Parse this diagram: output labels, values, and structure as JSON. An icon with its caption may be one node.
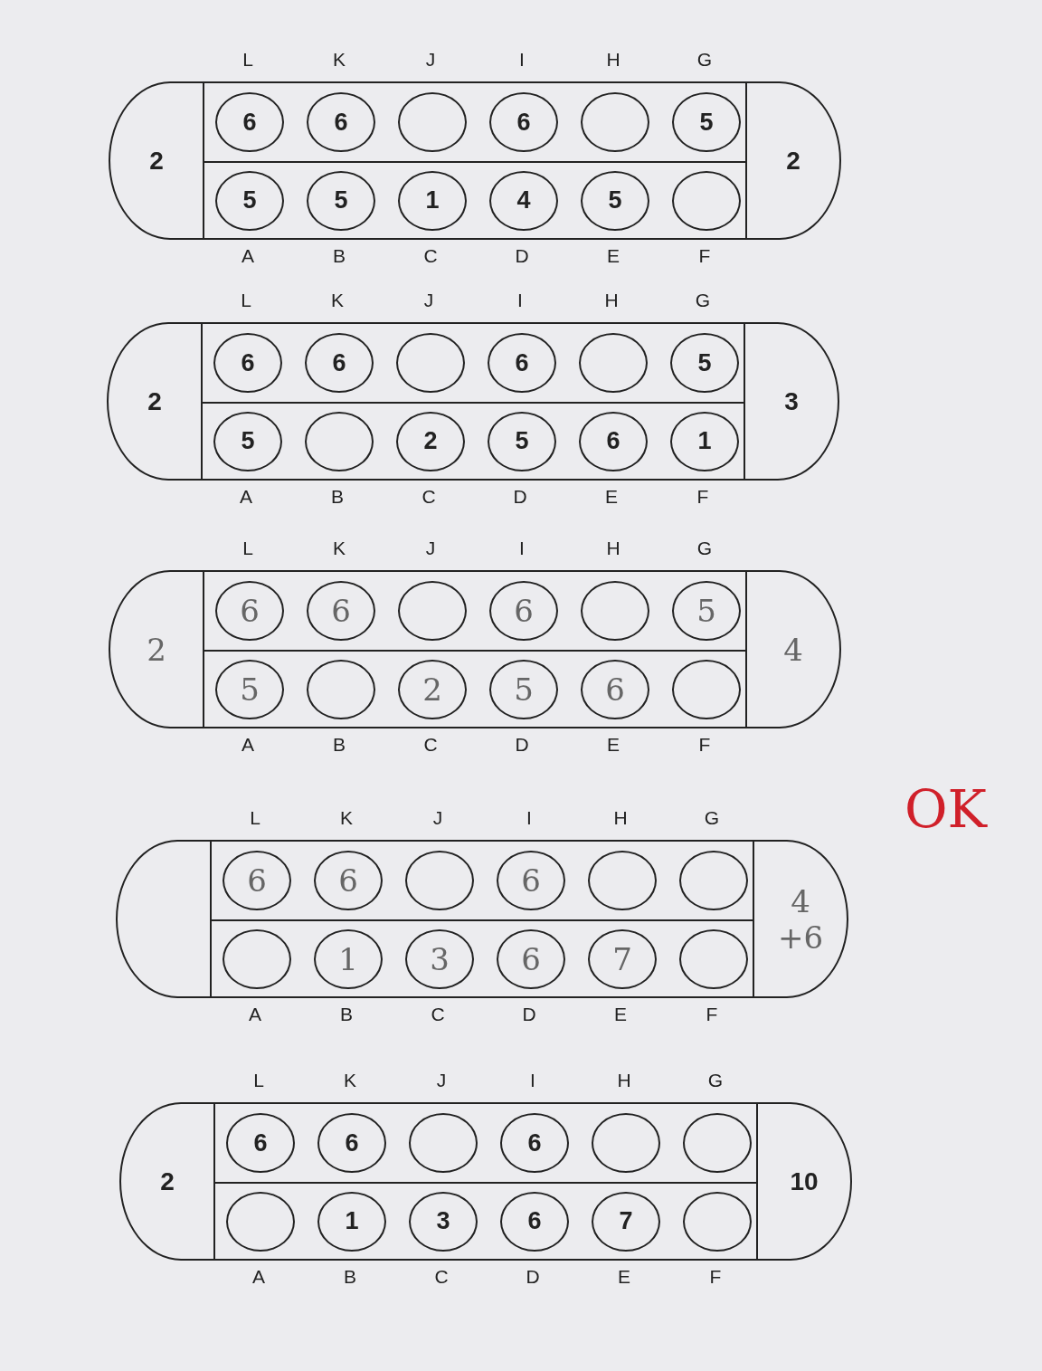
{
  "diagram": {
    "nodes": [
      {
        "text": [],
        "shape": "box"
      },
      {
        "text": [
          "2"
        ],
        "in": 0
      },
      {
        "text": [
          "6"
        ],
        "in": 0
      },
      {
        "text": [
          "6"
        ],
        "in": 0
      },
      {
        "text": [],
        "shape": "circle",
        "in": 0
      },
      {
        "text": [
          "6"
        ],
        "in": 0
      },
      {
        "text": [],
        "shape": "circle",
        "in": 0
      },
      {
        "text": [
          "5"
        ],
        "in": 0
      },
      {
        "text": [
          "5"
        ],
        "in": 0
      },
      {
        "text": [
          "5"
        ],
        "in": 0
      },
      {
        "text": [
          "1"
        ],
        "in": 0
      },
      {
        "text": [
          "4"
        ],
        "in": 0
      },
      {
        "text": [
          "5"
        ],
        "in": 0
      },
      {
        "text": [],
        "shape": "circle",
        "in": 0
      },
      {
        "text": [
          "2"
        ],
        "in": 0
      },
      {
        "text": [],
        "shape": "box"
      },
      {
        "text": [
          "2"
        ],
        "in": 15
      },
      {
        "text": [
          "6"
        ],
        "in": 15
      },
      {
        "text": [
          "6"
        ],
        "in": 15
      },
      {
        "text": [],
        "shape": "circle",
        "in": 15
      },
      {
        "text": [
          "6"
        ],
        "in": 15
      },
      {
        "text": [],
        "shape": "circle",
        "in": 15
      },
      {
        "text": [
          "5"
        ],
        "in": 15
      },
      {
        "text": [
          "5"
        ],
        "in": 15
      },
      {
        "text": [],
        "shape": "circle",
        "in": 15
      },
      {
        "text": [
          "2"
        ],
        "in": 15
      },
      {
        "text": [
          "5"
        ],
        "in": 15
      },
      {
        "text": [
          "6"
        ],
        "in": 15
      },
      {
        "text": [
          "1"
        ],
        "in": 15
      },
      {
        "text": [
          "3"
        ],
        "in": 15
      },
      {
        "text": [],
        "shape": "box"
      },
      {
        "text": [
          "2"
        ],
        "in": 30
      },
      {
        "text": [
          "6"
        ],
        "in": 30
      },
      {
        "text": [
          "6"
        ],
        "in": 30
      },
      {
        "text": [],
        "shape": "circle",
        "in": 30
      },
      {
        "text": [
          "6"
        ],
        "in": 30
      },
      {
        "text": [],
        "shape": "circle",
        "in": 30
      },
      {
        "text": [
          "5"
        ],
        "in": 30
      },
      {
        "text": [
          "5"
        ],
        "in": 30
      },
      {
        "text": [],
        "shape": "circle",
        "in": 30
      },
      {
        "text": [
          "2"
        ],
        "in": 30
      },
      {
        "text": [
          "5"
        ],
        "in": 30
      },
      {
        "text": [
          "6"
        ],
        "in": 30
      },
      {
        "text": [],
        "shape": "circle",
        "in": 30
      },
      {
        "text": [
          "4"
        ],
        "in": 30
      },
      {
        "text": [],
        "shape": "box"
      },
      {
        "text": [],
        "shape": "box",
        "in": 45
      },
      {
        "text": [
          "6"
        ],
        "in": 45
      },
      {
        "text": [
          "6"
        ],
        "in": 45
      },
      {
        "text": [],
        "shape": "circle",
        "in": 45
      },
      {
        "text": [
          "6"
        ],
        "in": 45
      },
      {
        "text": [],
        "shape": "circle",
        "in": 45
      },
      {
        "text": [],
        "shape": "circle",
        "in": 45
      },
      {
        "text": [],
        "shape": "circle",
        "in": 45
      },
      {
        "text": [
          "1"
        ],
        "in": 45
      },
      {
        "text": [
          "3"
        ],
        "in": 45
      },
      {
        "text": [
          "6"
        ],
        "in": 45
      },
      {
        "text": [
          "7"
        ],
        "in": 45
      },
      {
        "text": [],
        "shape": "circle",
        "in": 45
      },
      {
        "text": [
          "4",
          "+6"
        ],
        "in": 45
      },
      {
        "text": [],
        "shape": "box"
      },
      {
        "text": [
          "2"
        ],
        "in": 60
      },
      {
        "text": [
          "6"
        ],
        "in": 60
      },
      {
        "text": [
          "6"
        ],
        "in": 60
      },
      {
        "text": [],
        "shape": "circle",
        "in": 60
      },
      {
        "text": [
          "6"
        ],
        "in": 60
      },
      {
        "text": [],
        "shape": "circle",
        "in": 60
      },
      {
        "text": [],
        "shape": "circle",
        "in": 60
      },
      {
        "text": [],
        "shape": "circle",
        "in": 60
      },
      {
        "text": [
          "1"
        ],
        "in": 60
      },
      {
        "text": [
          "3"
        ],
        "in": 60
      },
      {
        "text": [
          "6"
        ],
        "in": 60
      },
      {
        "text": [
          "7"
        ],
        "in": 60
      },
      {
        "text": [],
        "shape": "circle",
        "in": 60
      },
      {
        "text": [
          "10"
        ],
        "in": 60
      }
    ],
    "labels": [
      "L",
      "K",
      "J",
      "I",
      "H",
      "G",
      "A",
      "B",
      "C",
      "D",
      "E",
      "F",
      "L",
      "K",
      "J",
      "I",
      "H",
      "G",
      "A",
      "B",
      "C",
      "D",
      "E",
      "F",
      "L",
      "K",
      "J",
      "I",
      "H",
      "G",
      "A",
      "B",
      "C",
      "D",
      "E",
      "F",
      "OK",
      "L",
      "K",
      "J",
      "I",
      "H",
      "G",
      "A",
      "B",
      "C",
      "D",
      "E",
      "F",
      "L",
      "K",
      "J",
      "I",
      "H",
      "G",
      "A",
      "B",
      "C",
      "D",
      "E",
      "F"
    ]
  }
}
